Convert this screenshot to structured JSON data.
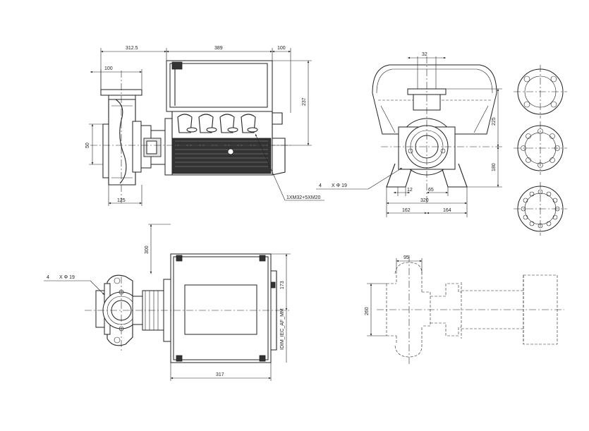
{
  "dimensions": {
    "side_view": {
      "d312_5": "312.5",
      "d389": "389",
      "d100_top": "100",
      "d100_flange": "100",
      "d237": "237",
      "d50": "50",
      "d125": "125",
      "cable_note": "1XM32+5XM20"
    },
    "front_view": {
      "d32": "32",
      "d225": "225",
      "d180": "180",
      "d12": "12",
      "d65": "65",
      "d320": "320",
      "d162": "162",
      "d164": "164",
      "hole_count": "4",
      "hole_spec": "X Φ 19"
    },
    "top_view": {
      "d300": "300",
      "d173": "173",
      "d317": "317",
      "hole_count": "4",
      "hole_spec": "X Φ 19",
      "motor_note": "IDIM_IEC_AF_MM"
    },
    "outline_view": {
      "d95": "95",
      "d260": "260"
    }
  }
}
